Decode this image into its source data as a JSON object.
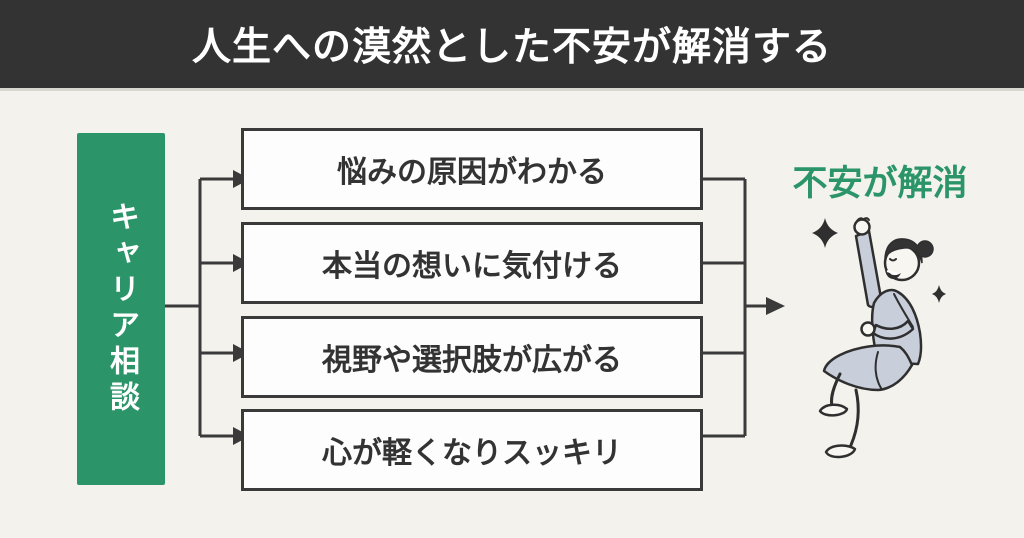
{
  "title": {
    "text": "人生への漠然とした不安が解消する"
  },
  "source_box": {
    "label": "キャリア相談"
  },
  "benefits": [
    {
      "label": "悩みの原因がわかる"
    },
    {
      "label": "本当の想いに気付ける"
    },
    {
      "label": "視野や選択肢が広がる"
    },
    {
      "label": "心が軽くなりスッキリ"
    }
  ],
  "result": {
    "label": "不安が解消"
  },
  "illustration": {
    "name": "celebrating-woman-raising-fist",
    "sparkles": 2
  },
  "colors": {
    "page_bg": "#f3f2ec",
    "header_bg": "#333333",
    "header_text": "#ffffff",
    "accent_green": "#2b9569",
    "line": "#3a3a3a",
    "box_bg": "#fdfdfd",
    "box_text": "#333333",
    "figure_fill": "#c9cedb",
    "figure_face": "#f7f6f1",
    "figure_stroke": "#2f2f2f",
    "hair": "#333333"
  }
}
